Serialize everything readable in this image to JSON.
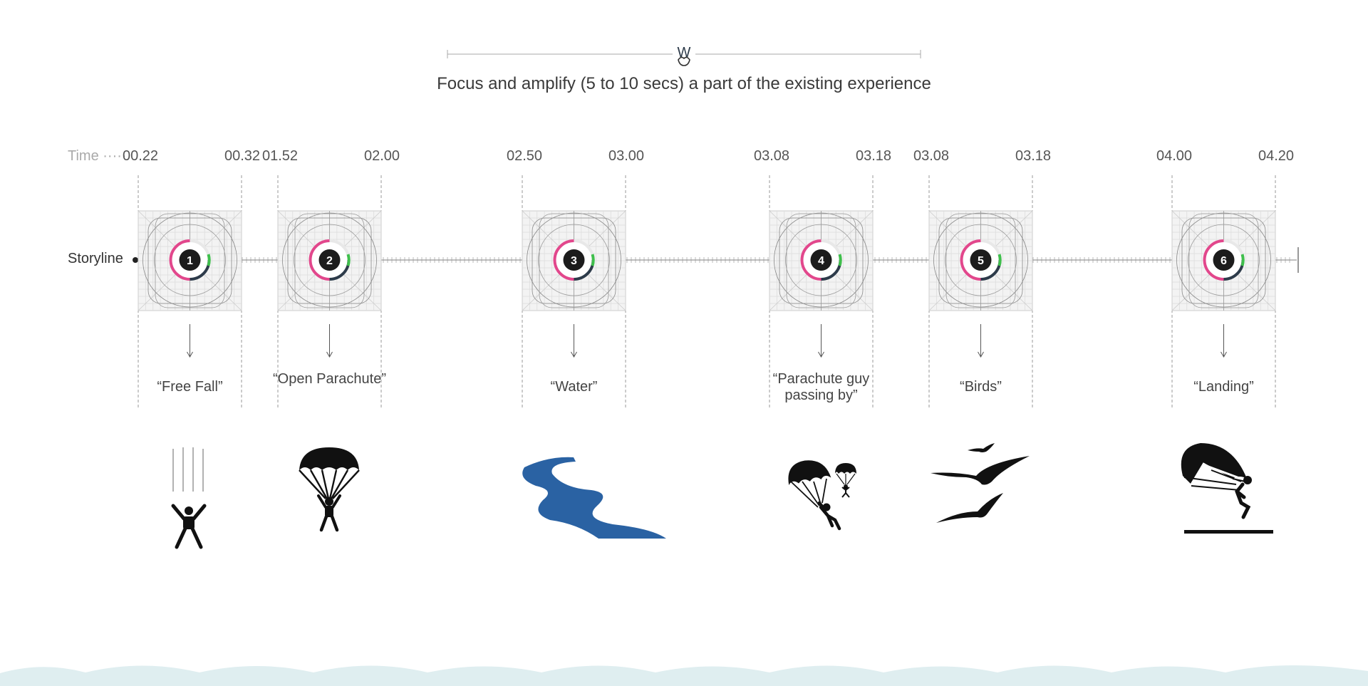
{
  "header": {
    "logo_letter": "W",
    "subtitle": "Focus and amplify (5 to 10 secs) a part of the existing experience"
  },
  "timeline": {
    "time_label": "Time",
    "storyline_label": "Storyline",
    "segments": [
      {
        "number": "1",
        "start": "00.22",
        "end": "00.32",
        "caption": "“Free Fall”",
        "icon": "free-fall-icon"
      },
      {
        "number": "2",
        "start": "01.52",
        "end": "02.00",
        "caption": "“Open Parachute”",
        "icon": "open-parachute-icon"
      },
      {
        "number": "3",
        "start": "02.50",
        "end": "03.00",
        "caption": "“Water”",
        "icon": "river-icon"
      },
      {
        "number": "4",
        "start": "03.08",
        "end": "03.18",
        "caption": "“Parachute guy passing by”",
        "icon": "parachutists-icon"
      },
      {
        "number": "5",
        "start": "03.08",
        "end": "03.18",
        "caption": "“Birds”",
        "icon": "birds-icon"
      },
      {
        "number": "6",
        "start": "04.00",
        "end": "04.20",
        "caption": "“Landing”",
        "icon": "landing-icon"
      }
    ]
  },
  "colors": {
    "river": "#2a62a3",
    "ring_pink": "#e2478c",
    "ring_green": "#3fbf4c",
    "ring_dark": "#2d3b4a",
    "wave": "#dfeef0"
  }
}
